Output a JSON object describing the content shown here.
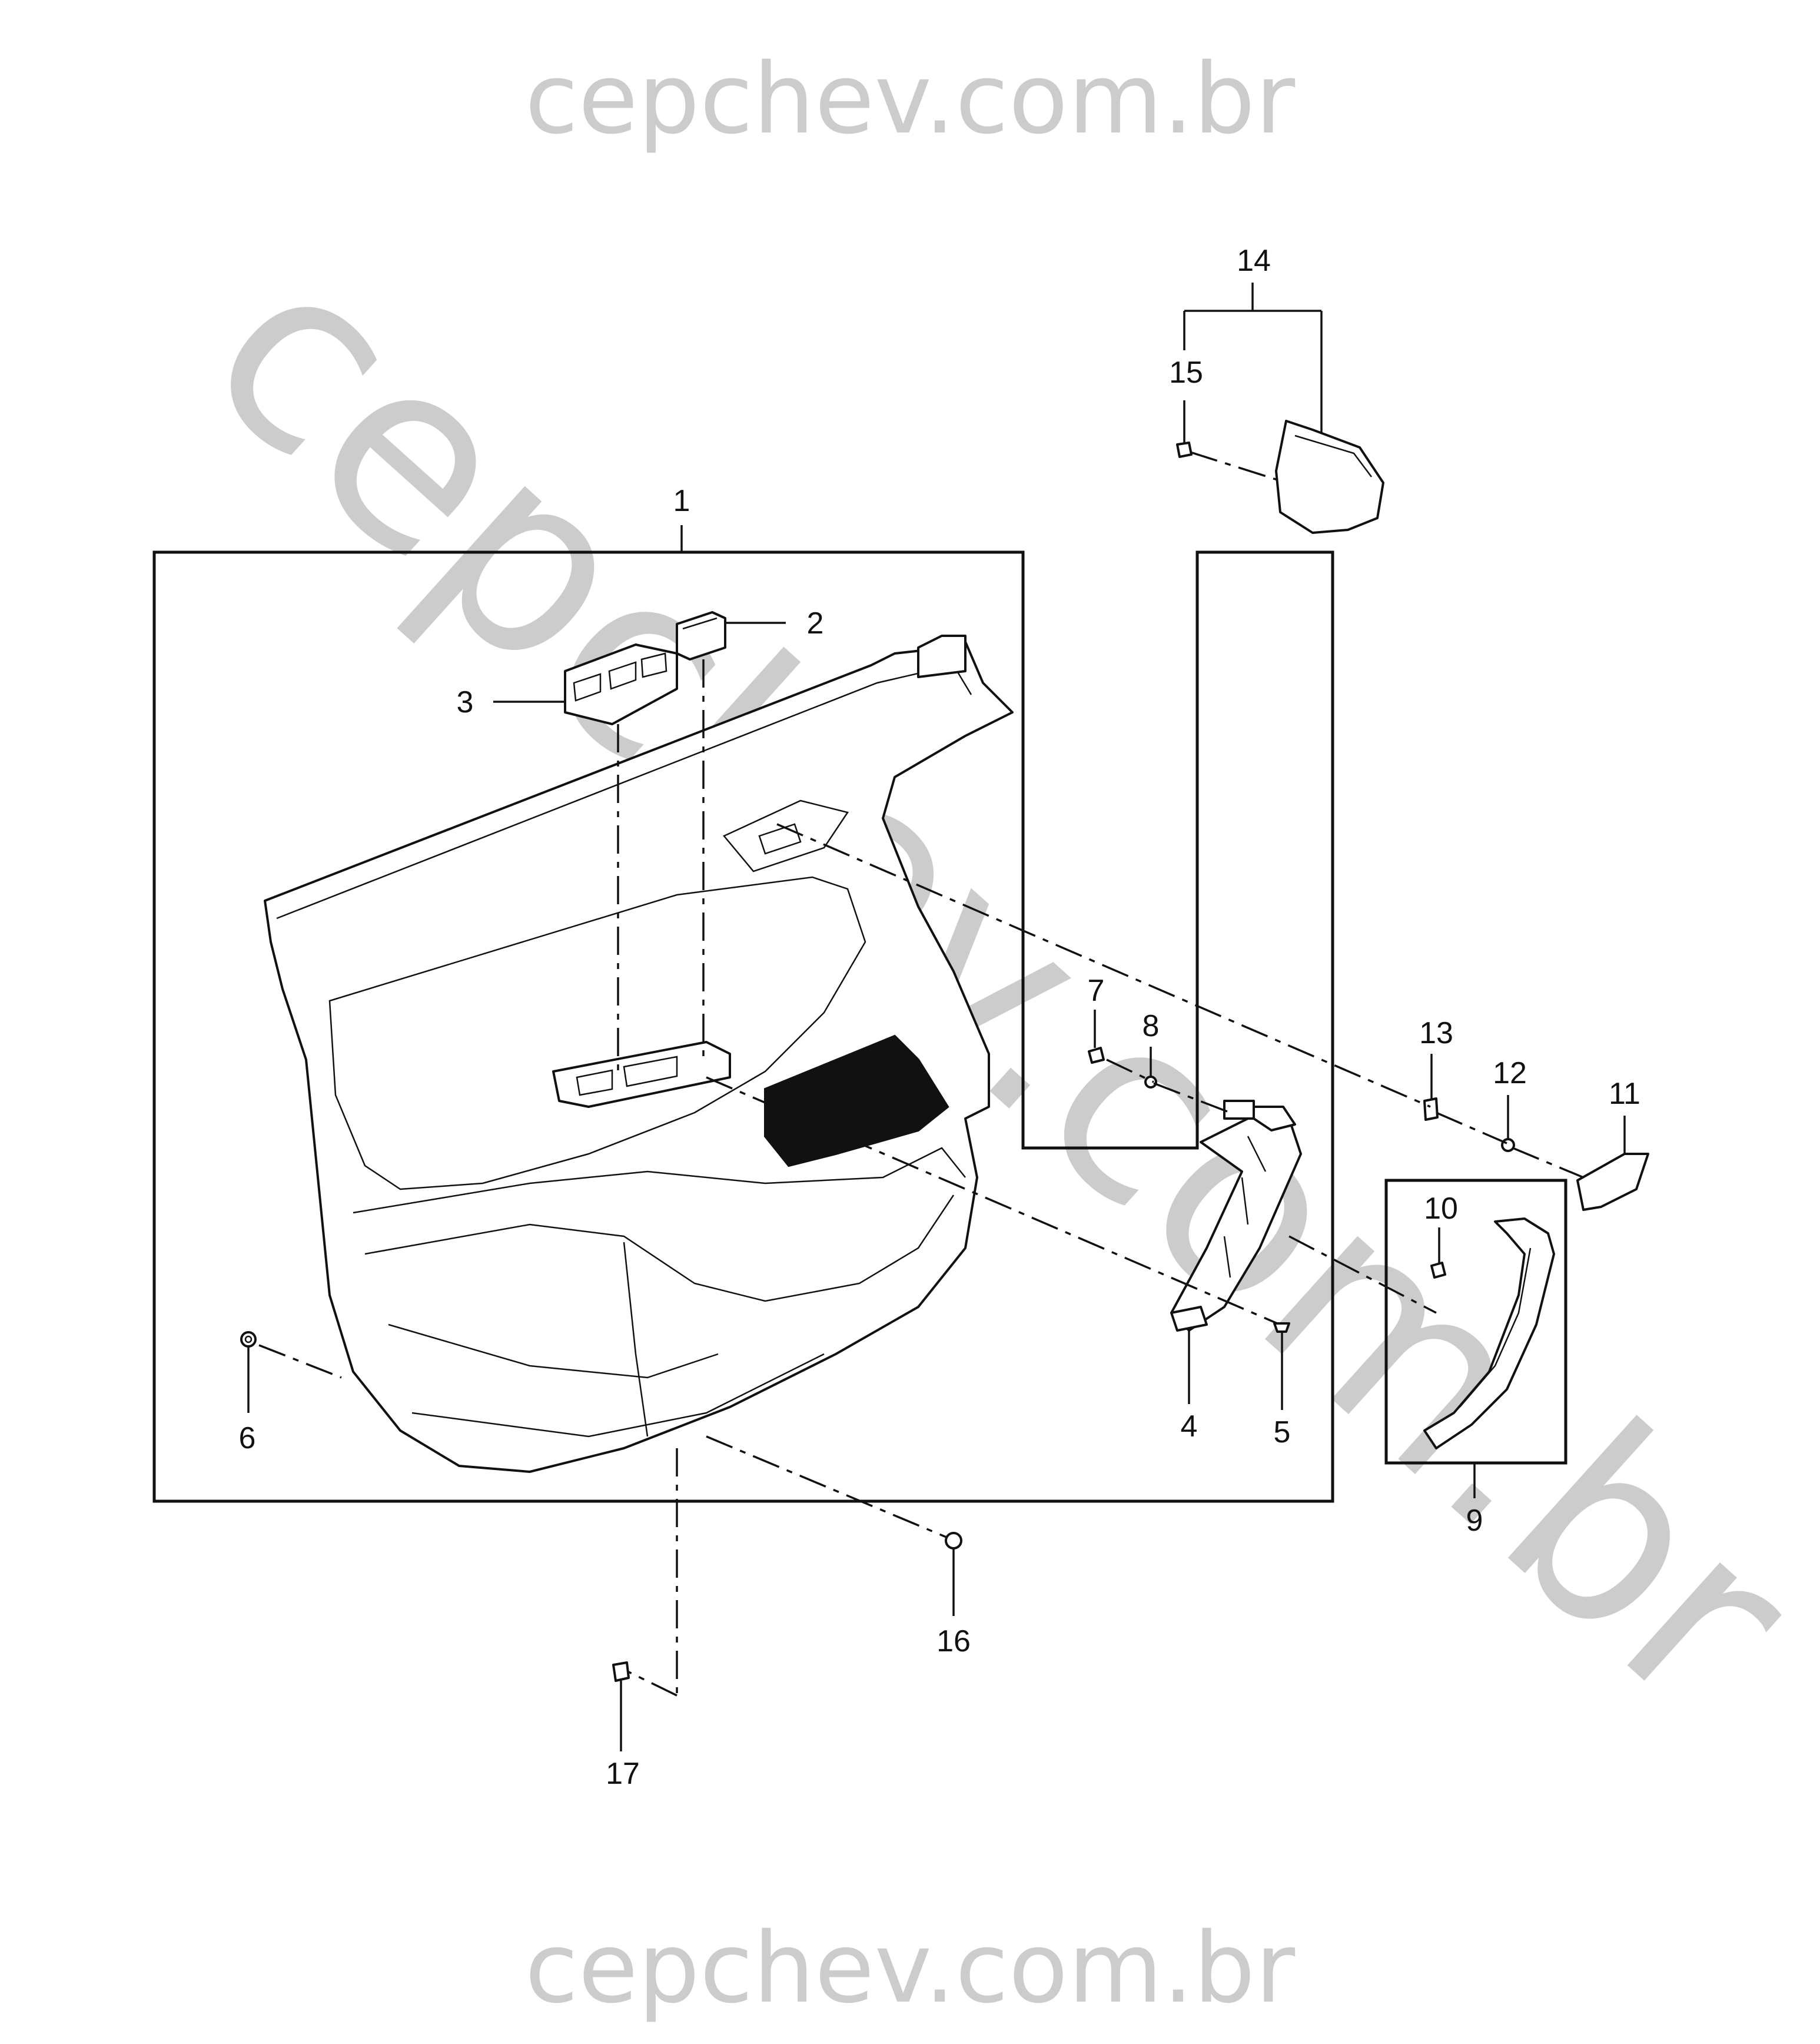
{
  "watermarks": {
    "top": "cepchev.com.br",
    "diagonal": "cepchev.com.br",
    "bottom": "cepchev.com.br"
  },
  "callouts": {
    "c1": "1",
    "c2": "2",
    "c3": "3",
    "c4": "4",
    "c5": "5",
    "c6": "6",
    "c7": "7",
    "c8": "8",
    "c9": "9",
    "c10": "10",
    "c11": "11",
    "c12": "12",
    "c13": "13",
    "c14": "14",
    "c15": "15",
    "c16": "16",
    "c17": "17"
  },
  "colors": {
    "line": "#111111",
    "watermark": "#cccccc",
    "background": "#ffffff"
  }
}
